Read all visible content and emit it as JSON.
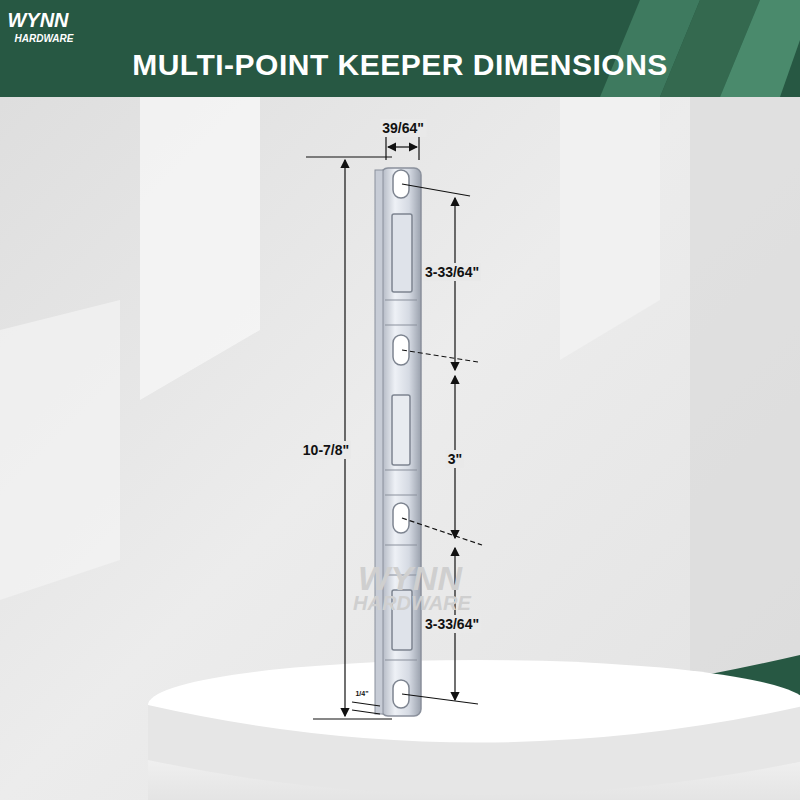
{
  "diagram": {
    "title": "MULTI-POINT KEEPER DIMENSIONS",
    "labels": [
      "WYNN",
      "HARDWARE",
      "39/64\"",
      "3-33/64\"",
      "10-7/8\"",
      "3\"",
      "3-33/64\"",
      "1/4\"",
      "WYNN",
      "HARDWARE"
    ]
  }
}
